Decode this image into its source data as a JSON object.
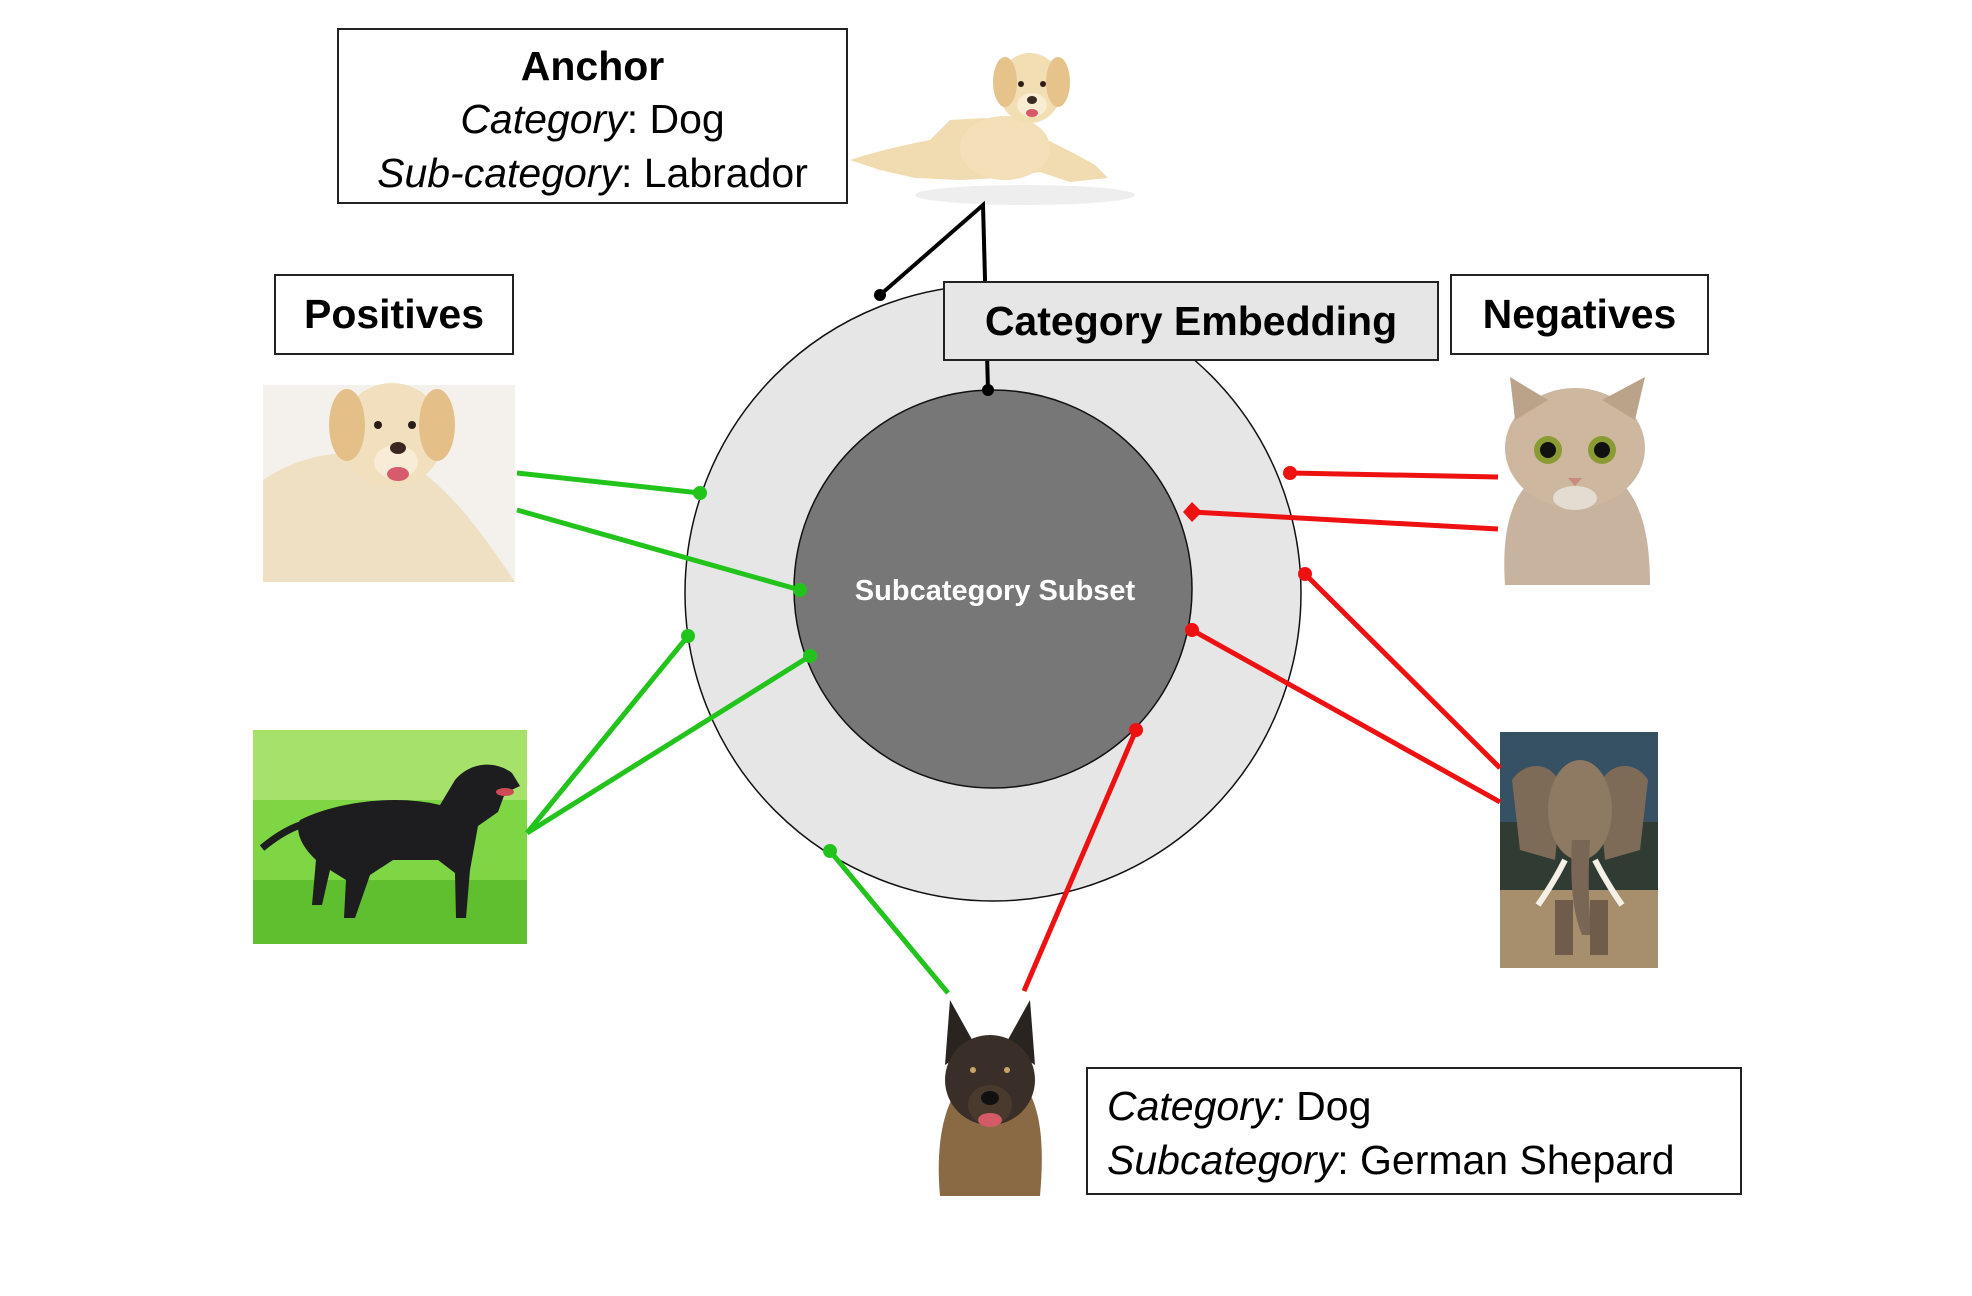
{
  "anchor_box": {
    "title": "Anchor",
    "category_key": "Category",
    "category_value": ": Dog",
    "subcategory_key": "Sub-category",
    "subcategory_value": ": Labrador"
  },
  "positives_label": "Positives",
  "negatives_label": "Negatives",
  "category_embedding_label": "Category Embedding",
  "subcategory_subset_label": "Subcategory Subset",
  "shepherd_box": {
    "category_key": "Category:",
    "category_value": " Dog",
    "subcategory_key": "Subcategory",
    "subcategory_value": ": German Shepard"
  },
  "colors": {
    "outer_ring": "#e6e6e6",
    "inner_circle": "#777777",
    "positive_line": "#22c41c",
    "negative_line": "#ee1111",
    "anchor_line": "#000000"
  },
  "images": [
    "labrador-anchor-image",
    "labrador-positive-image",
    "black-labrador-image",
    "cat-image",
    "elephant-image",
    "german-shepherd-image"
  ]
}
